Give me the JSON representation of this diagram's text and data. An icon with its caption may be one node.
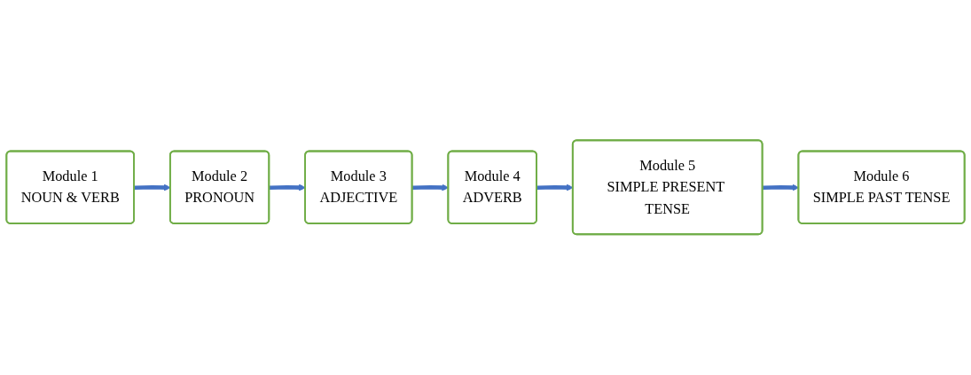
{
  "diagram": {
    "nodes": [
      {
        "text": [
          "Module 1",
          "NOUN & VERB"
        ]
      },
      {
        "text": [
          "Module 2",
          "PRONOUN"
        ]
      },
      {
        "text": [
          "Module 3",
          "ADJECTIVE"
        ]
      },
      {
        "text": [
          "Module 4",
          "ADVERB"
        ]
      },
      {
        "text": [
          "Module 5",
          "SIMPLE PRESENT TENSE"
        ]
      },
      {
        "text": [
          "Module 6",
          "SIMPLE PAST TENSE"
        ]
      }
    ],
    "edges": [
      {
        "from": 0,
        "to": 1,
        "arrow": "to"
      },
      {
        "from": 1,
        "to": 2,
        "arrow": "to"
      },
      {
        "from": 2,
        "to": 3,
        "arrow": "to"
      },
      {
        "from": 3,
        "to": 4,
        "arrow": "to"
      },
      {
        "from": 4,
        "to": 5,
        "arrow": "to"
      }
    ]
  }
}
